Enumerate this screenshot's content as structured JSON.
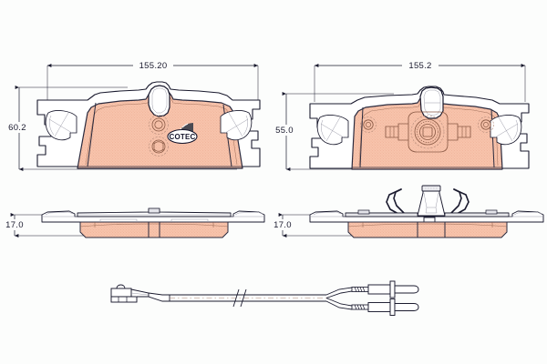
{
  "drawing": {
    "title": "TRW COTEC brake pad set technical drawing",
    "background_color": "#fcfdfc",
    "line_color": "#1a1a2e",
    "friction_color": "#f6c0a8",
    "friction_edge_color": "#e8a890",
    "plate_color": "#ffffff",
    "logo_gauge_color": "#4a4a52"
  },
  "views": {
    "front_left": {
      "name": "left-pad-front-view",
      "width_dimension": "155.20",
      "height_dimension": "60.2"
    },
    "front_right": {
      "name": "right-pad-front-view",
      "width_dimension": "155.2",
      "height_dimension": "55.0"
    },
    "side_left": {
      "name": "left-pad-side-view",
      "thickness_dimension": "17.0"
    },
    "side_right": {
      "name": "right-pad-side-view",
      "thickness_dimension": "17.0"
    },
    "sensor": {
      "name": "wear-sensor-cable"
    }
  },
  "logo": {
    "text": "COTEC"
  }
}
